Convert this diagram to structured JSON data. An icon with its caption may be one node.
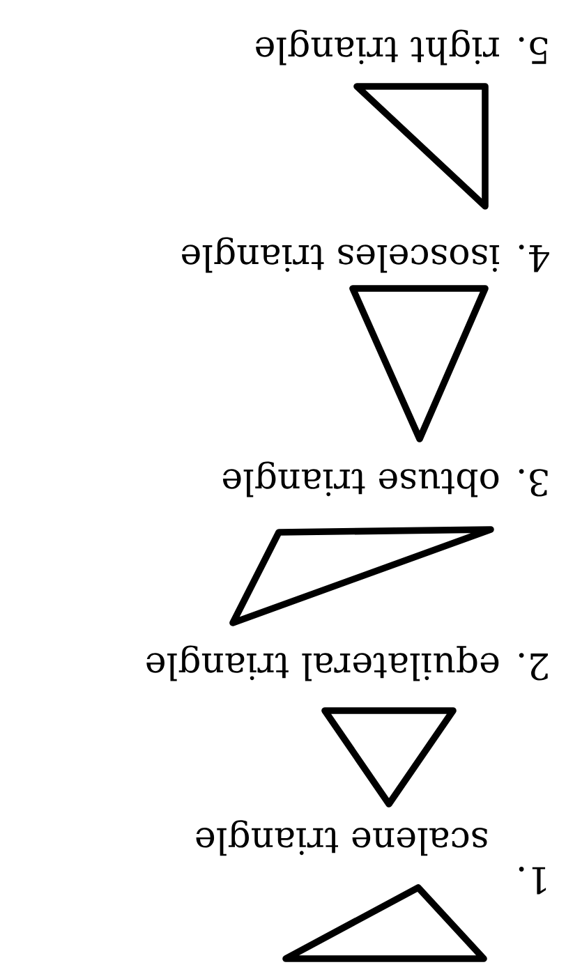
{
  "diagram": {
    "nodes": [
      {
        "text": [],
        "shape": "triangle",
        "beside": [
          "5. right triangle"
        ]
      },
      {
        "text": [],
        "shape": "triangle",
        "beside": [
          "4. isosceles triangle"
        ]
      },
      {
        "text": [],
        "shape": "triangle",
        "beside": [
          "3. obtuse triangle"
        ]
      },
      {
        "text": [],
        "shape": "triangle",
        "beside": [
          "2. equilateral triangle"
        ]
      },
      {
        "text": [],
        "shape": "triangle",
        "beside": [
          "1. scalene triangle"
        ]
      }
    ]
  }
}
